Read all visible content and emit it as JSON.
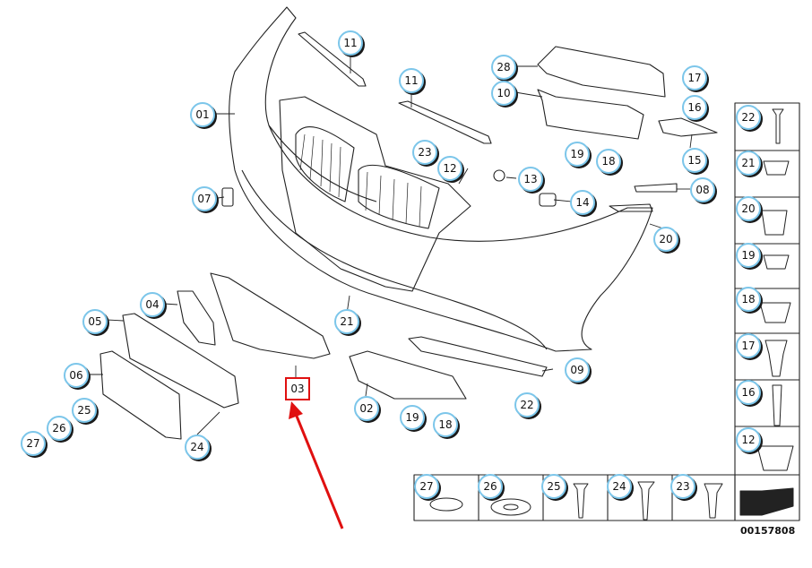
{
  "diagram": {
    "callouts": [
      {
        "label": "01"
      },
      {
        "label": "11"
      },
      {
        "label": "11"
      },
      {
        "label": "28"
      },
      {
        "label": "10"
      },
      {
        "label": "17"
      },
      {
        "label": "16"
      },
      {
        "label": "22"
      },
      {
        "label": "23"
      },
      {
        "label": "12"
      },
      {
        "label": "13"
      },
      {
        "label": "19"
      },
      {
        "label": "18"
      },
      {
        "label": "15"
      },
      {
        "label": "21"
      },
      {
        "label": "07"
      },
      {
        "label": "14"
      },
      {
        "label": "08"
      },
      {
        "label": "20"
      },
      {
        "label": "20"
      },
      {
        "label": "19"
      },
      {
        "label": "04"
      },
      {
        "label": "05"
      },
      {
        "label": "21"
      },
      {
        "label": "18"
      },
      {
        "label": "17"
      },
      {
        "label": "06"
      },
      {
        "label": "09"
      },
      {
        "label": "16"
      },
      {
        "label": "25"
      },
      {
        "label": "26"
      },
      {
        "label": "27"
      },
      {
        "label": "02"
      },
      {
        "label": "22"
      },
      {
        "label": "19"
      },
      {
        "label": "18"
      },
      {
        "label": "24"
      },
      {
        "label": "12"
      },
      {
        "label": "27"
      },
      {
        "label": "26"
      },
      {
        "label": "25"
      },
      {
        "label": "24"
      },
      {
        "label": "23"
      }
    ],
    "highlighted_part": "03",
    "reference_number": "00157808"
  }
}
